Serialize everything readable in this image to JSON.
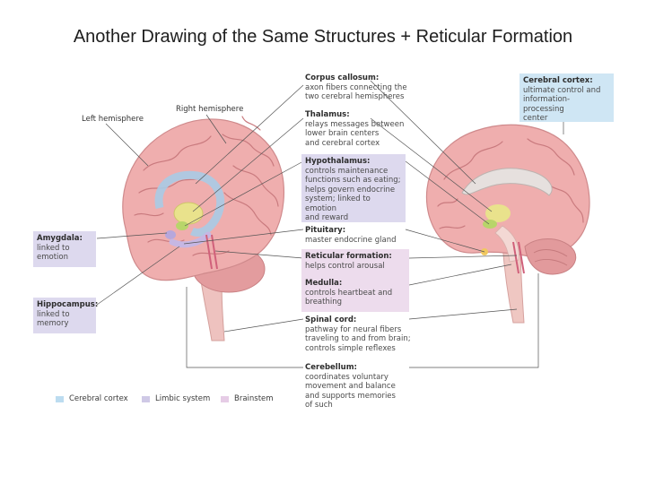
{
  "title": "Another Drawing of the Same Structures + Reticular Formation",
  "labels": {
    "left_hemisphere": "Left hemisphere",
    "right_hemisphere": "Right hemisphere",
    "corpus_callosum": {
      "head": "Corpus callosum:",
      "desc": "axon fibers connecting the\ntwo cerebral hemispheres"
    },
    "cerebral_cortex": {
      "head": "Cerebral cortex:",
      "desc": "ultimate control and\ninformation-processing\ncenter"
    },
    "thalamus": {
      "head": "Thalamus:",
      "desc": "relays messages between\nlower brain centers\nand cerebral cortex"
    },
    "hypothalamus": {
      "head": "Hypothalamus:",
      "desc": "controls maintenance\nfunctions such as eating;\nhelps govern endocrine\nsystem; linked to emotion\nand reward"
    },
    "pituitary": {
      "head": "Pituitary:",
      "desc": "master endocrine gland"
    },
    "reticular_formation": {
      "head": "Reticular formation:",
      "desc": "helps control arousal"
    },
    "medulla": {
      "head": "Medulla:",
      "desc": "controls heartbeat and\nbreathing"
    },
    "spinal_cord": {
      "head": "Spinal cord:",
      "desc": "pathway for neural fibers\ntraveling to and from brain;\ncontrols simple reflexes"
    },
    "cerebellum": {
      "head": "Cerebellum:",
      "desc": "coordinates voluntary\nmovement and balance\nand supports memories\nof such"
    },
    "amygdala": {
      "head": "Amygdala:",
      "desc": "linked to\nemotion"
    },
    "hippocampus": {
      "head": "Hippocampus:",
      "desc": "linked to\nmemory"
    }
  },
  "legend": [
    {
      "label": "Cerebral cortex",
      "color": "#bcdcf0"
    },
    {
      "label": "Limbic system",
      "color": "#cfc9e6"
    },
    {
      "label": "Brainstem",
      "color": "#e6cce6"
    }
  ],
  "colors": {
    "brain": "#eeaaaa",
    "brain_dark": "#d98a8c",
    "gyri": "#c9787c",
    "limbic": "#a9c9e4",
    "thalamus": "#e8e08a",
    "hypothalamus": "#b8d56a",
    "brainstem": "#efc7c2",
    "cerebellum": "#e29a9c",
    "line": "#555555"
  }
}
